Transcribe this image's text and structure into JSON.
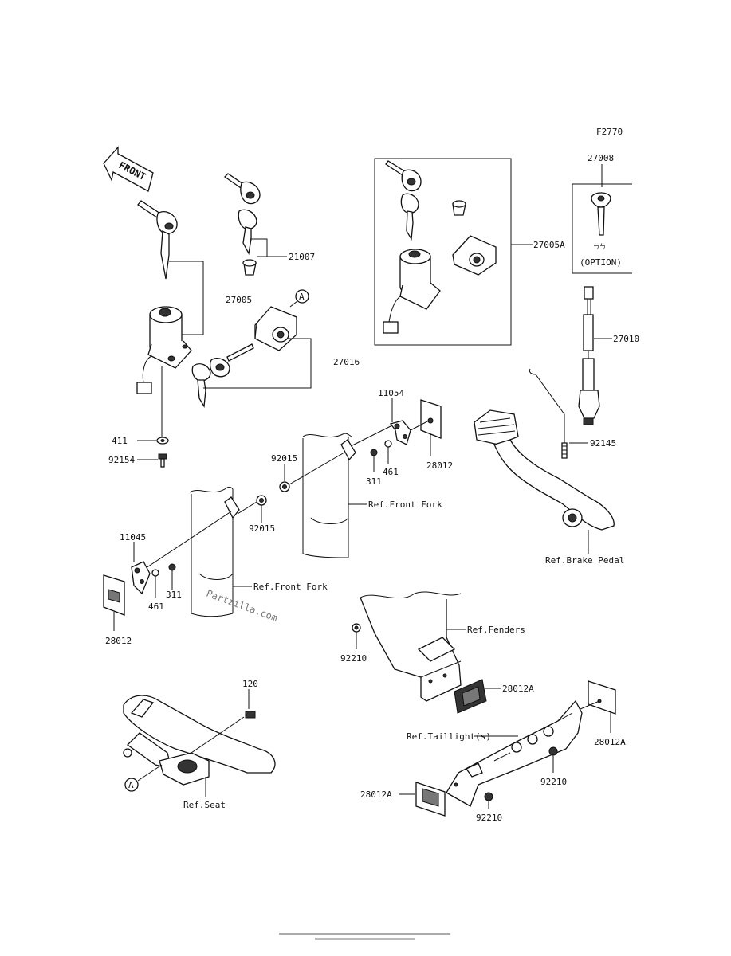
{
  "figure_code": "F2770",
  "front_label": "FRONT",
  "watermark": "Partzilla.com",
  "callout_a": "A",
  "option_label": "(OPTION)",
  "parts": {
    "p27008": "27008",
    "p27005A": "27005A",
    "p27010": "27010",
    "p92145": "92145",
    "p21007": "21007",
    "p27005": "27005",
    "p27016": "27016",
    "p411": "411",
    "p92154": "92154",
    "p11054": "11054",
    "p92015_a": "92015",
    "p311_a": "311",
    "p461_a": "461",
    "p28012_a": "28012",
    "p92015_b": "92015",
    "p11045": "11045",
    "p461_b": "461",
    "p311_b": "311",
    "p28012_b": "28012",
    "p92210_a": "92210",
    "p28012A_a": "28012A",
    "p120": "120",
    "p28012A_b": "28012A",
    "p92210_b": "92210",
    "p28012A_c": "28012A",
    "p92210_c": "92210"
  },
  "refs": {
    "front_fork_a": "Ref.Front Fork",
    "front_fork_b": "Ref.Front Fork",
    "brake_pedal": "Ref.Brake Pedal",
    "fenders": "Ref.Fenders",
    "taillight": "Ref.Taillight(s)",
    "seat": "Ref.Seat"
  }
}
